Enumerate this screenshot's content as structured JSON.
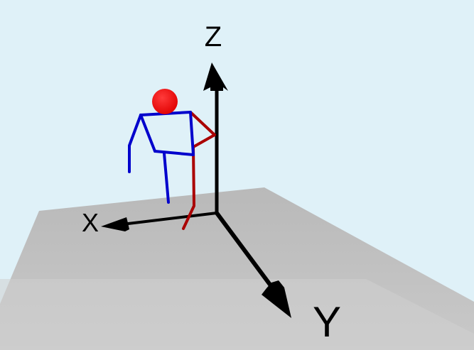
{
  "axes": {
    "x_label": "X",
    "y_label": "Y",
    "z_label": "Z"
  },
  "colors": {
    "background": "#dff1f8",
    "ground": "#c4c4c4",
    "axis": "#000000",
    "head": "#ff0000",
    "left_side_limbs": "#0000cc",
    "right_side_limbs": "#aa0000"
  },
  "icons": {
    "figure": "stick-figure-icon",
    "head": "sphere-icon"
  }
}
